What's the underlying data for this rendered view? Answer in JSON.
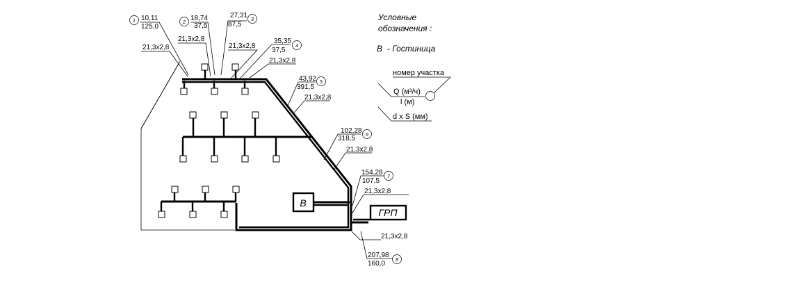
{
  "legend": {
    "title_line1": "Условные",
    "title_line2": "обозначения :",
    "b_letter": "В",
    "b_desc": "- Гостиница",
    "section_label": "номер участка",
    "q_label": "Q  (м³/ч)",
    "l_label": "l  (м)",
    "ds_label": "d x S (мм)"
  },
  "boxes": {
    "hotel": "В",
    "grp": "ГРП"
  },
  "sections": [
    {
      "num": "1",
      "q": "10,11",
      "l": "125,0",
      "ds": "21,3x2,8"
    },
    {
      "num": "2",
      "q": "18,74",
      "l": "37,5",
      "ds": "21,3x2,8"
    },
    {
      "num": "3",
      "q": "27,31",
      "l": "87,5",
      "ds": "21,3x2,8"
    },
    {
      "num": "4",
      "q": "35,35",
      "l": "37,5",
      "ds": "21,3x2,8"
    },
    {
      "num": "5",
      "q": "43,92",
      "l": "391,5",
      "ds": "21,3x2,8"
    },
    {
      "num": "6",
      "q": "102,28",
      "l": "318,5",
      "ds": "21,3x2,8"
    },
    {
      "num": "7",
      "q": "154,28",
      "l": "107,5",
      "ds": "21,3x2,8"
    },
    {
      "num": "8",
      "q": "207,98",
      "l": "160,0",
      "ds": "21,3x2,8"
    }
  ]
}
